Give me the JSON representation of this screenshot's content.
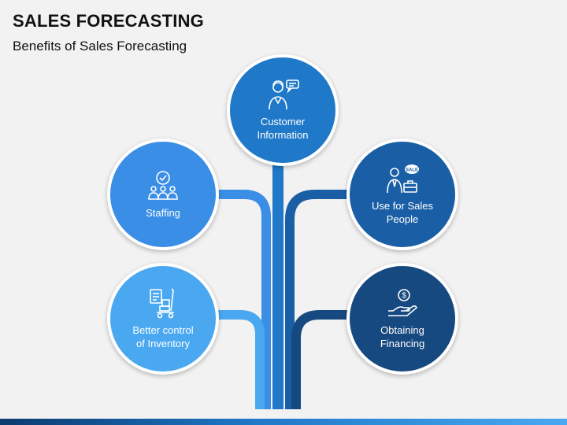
{
  "header": {
    "title": "SALES FORECASTING",
    "subtitle": "Benefits of Sales Forecasting"
  },
  "nodes": {
    "customer": {
      "label": "Customer\nInformation",
      "icon": "customer-chat-icon",
      "color": "#1f78c8"
    },
    "staffing": {
      "label": "Staffing",
      "icon": "team-check-icon",
      "color": "#3a8ee6"
    },
    "sales": {
      "label": "Use for Sales\nPeople",
      "icon": "salesperson-icon",
      "color": "#1a5fa6"
    },
    "inventory": {
      "label": "Better control\nof Inventory",
      "icon": "inventory-cart-icon",
      "color": "#4aa8f0"
    },
    "financing": {
      "label": "Obtaining\nFinancing",
      "icon": "money-hand-icon",
      "color": "#16497f"
    }
  },
  "colors": {
    "background": "#f2f2f2",
    "bar_dark": "#0b3a6e",
    "bar_light": "#4aa8f0"
  }
}
